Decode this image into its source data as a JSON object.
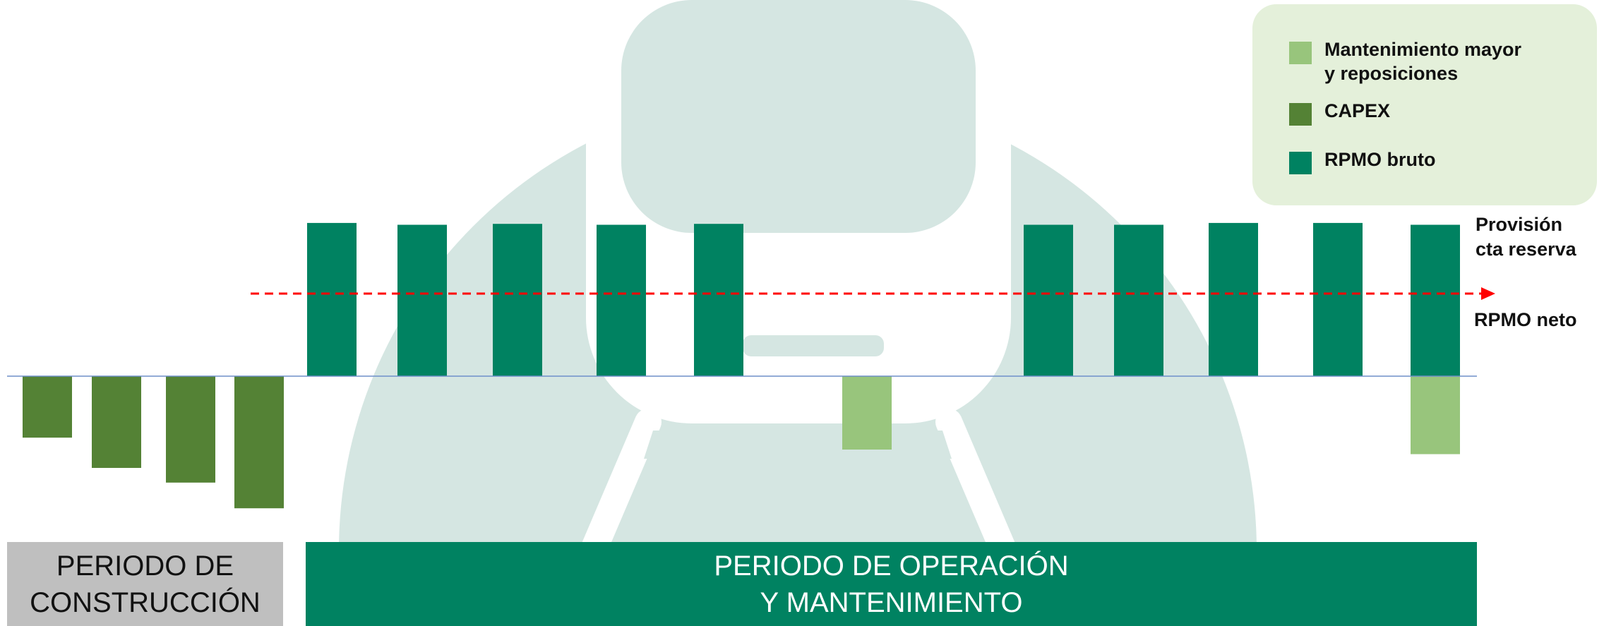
{
  "colors": {
    "mantenimiento": "#98c57c",
    "capex": "#548235",
    "rpmo": "#008261",
    "reserve_line": "#ff0000",
    "baseline": "#6f8fc9",
    "watermark": "#d5e6e2",
    "legend_bg": "#e4f0da",
    "construction_bg": "#bfbfbf",
    "operation_bg": "#008261"
  },
  "chart_data": {
    "type": "bar",
    "title": "",
    "xlabel": "",
    "ylabel": "",
    "ylim": [
      -1.6,
      1.8
    ],
    "reserve_level": 0.9,
    "legend_placement": "top-right",
    "grid": false,
    "series": [
      {
        "name": "CAPEX",
        "values": [
          -0.67,
          -1.0,
          -1.16,
          -1.44
        ]
      },
      {
        "name": "RPMO bruto",
        "values": [
          1.67,
          1.65,
          1.66,
          1.65,
          1.66,
          1.65,
          1.65,
          1.67,
          1.67,
          1.65
        ]
      },
      {
        "name": "Mantenimiento mayor y reposiciones",
        "values": [
          -0.8,
          -0.85
        ]
      }
    ],
    "legend": [
      "Mantenimiento mayor\ny reposiciones",
      "CAPEX",
      "RPMO bruto"
    ]
  },
  "labels": {
    "provision": "Provisión\ncta reserva",
    "rpmo_neto": "RPMO neto"
  },
  "periods": {
    "construction": "PERIODO DE\nCONSTRUCCIÓN",
    "operation": "PERIODO DE OPERACIÓN\nY MANTENIMIENTO"
  }
}
